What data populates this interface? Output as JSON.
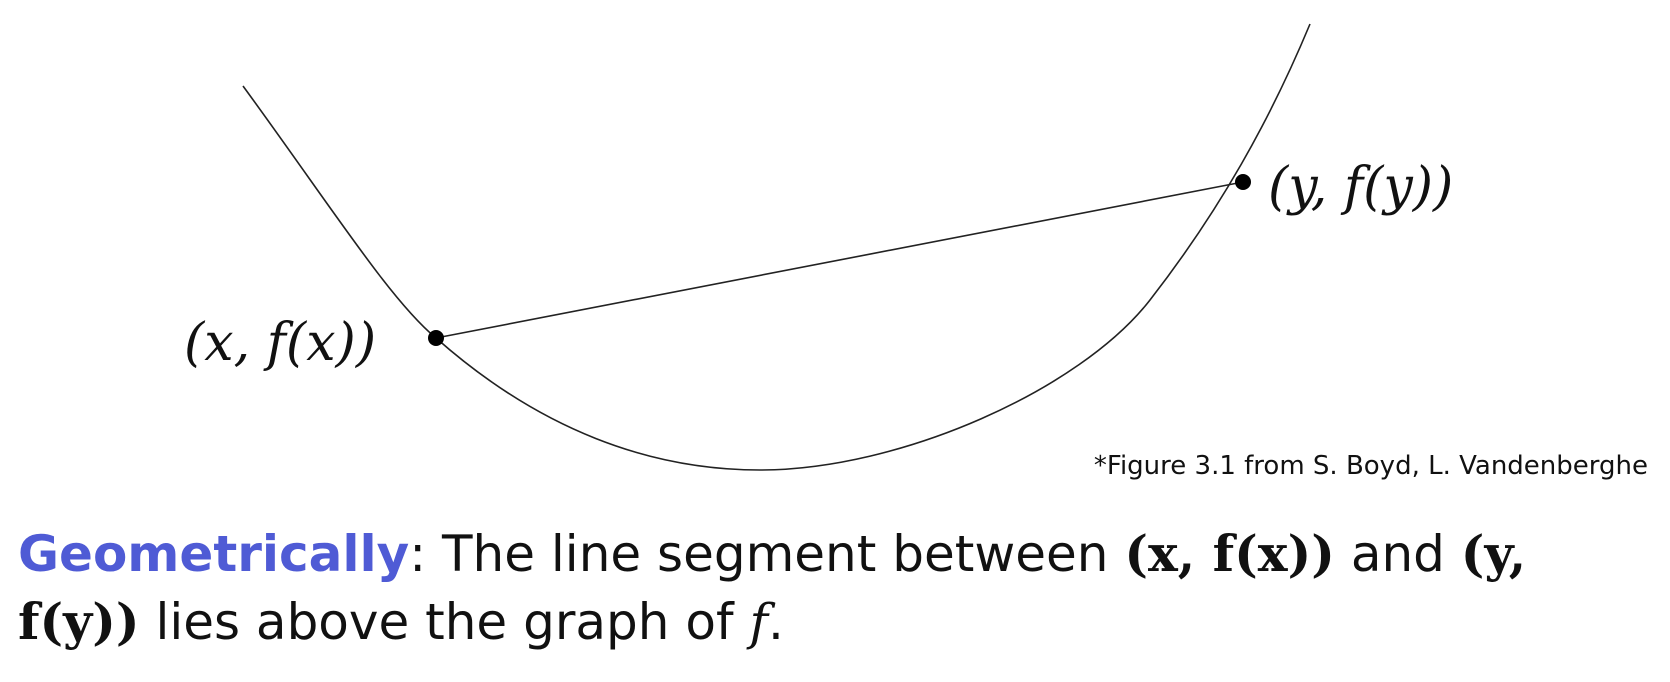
{
  "figure": {
    "label_left": "(x, f(x))",
    "label_right": "(y, f(y))",
    "source_note": "*Figure 3.1 from S. Boyd, L. Vandenberghe"
  },
  "caption": {
    "emphasis": "Geometrically",
    "colon": ":",
    "text_1": " The line segment between ",
    "point_x": "(x, f(x))",
    "text_and": " and ",
    "point_y": "(y, f(y))",
    "text_2": " lies above the graph of ",
    "func": "f",
    "period": "."
  },
  "colors": {
    "emphasis": "#4f5bd5",
    "stroke": "#111111"
  }
}
